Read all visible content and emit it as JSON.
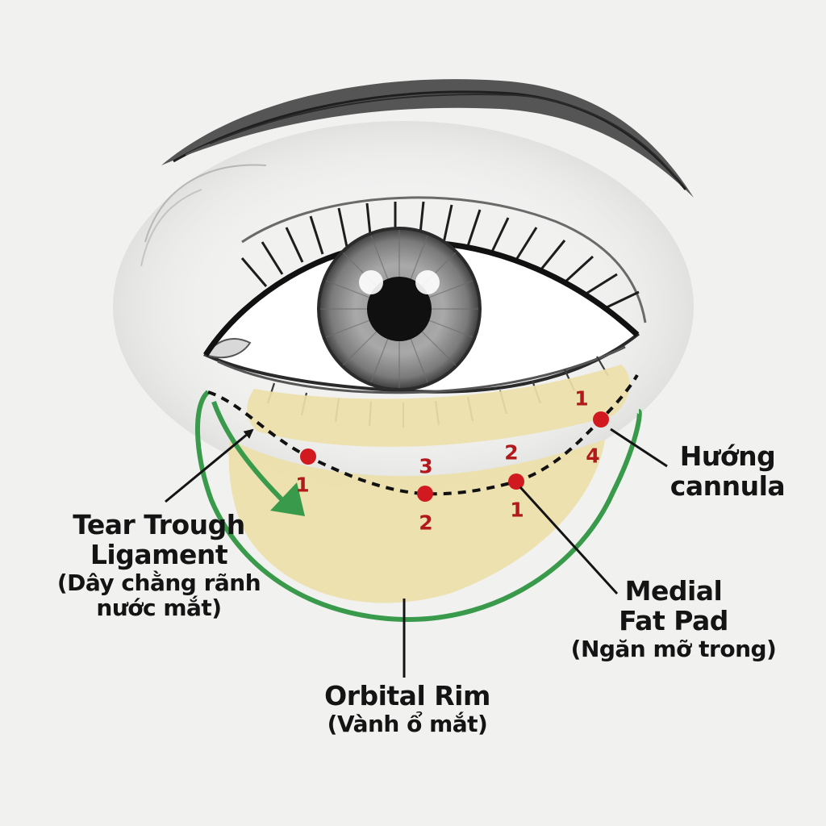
{
  "labels": {
    "tear_trough": {
      "line1": "Tear Trough",
      "line2": "Ligament",
      "line3": "(Dây chằng rãnh",
      "line4": "nước mắt)"
    },
    "cannula": {
      "line1": "Hướng",
      "line2": "cannula"
    },
    "medial_fat": {
      "line1": "Medial",
      "line2": "Fat Pad",
      "line3": "(Ngăn mỡ trong)"
    },
    "orbital_rim": {
      "line1": "Orbital Rim",
      "line2": "(Vành ổ mắt)"
    }
  },
  "markers": {
    "m1": "1",
    "m2_top": "3",
    "m2_bottom": "2",
    "m3_top": "2",
    "m3_bottom": "1",
    "m4_top": "1",
    "m4_bottom": "4"
  },
  "colors": {
    "background": "#f1f1f0",
    "fat_pad": "#ede0aa",
    "orbital_rim": "#3a9a4c",
    "marker": "#d11a1f",
    "marker_text": "#b3191c",
    "text": "#141414"
  }
}
